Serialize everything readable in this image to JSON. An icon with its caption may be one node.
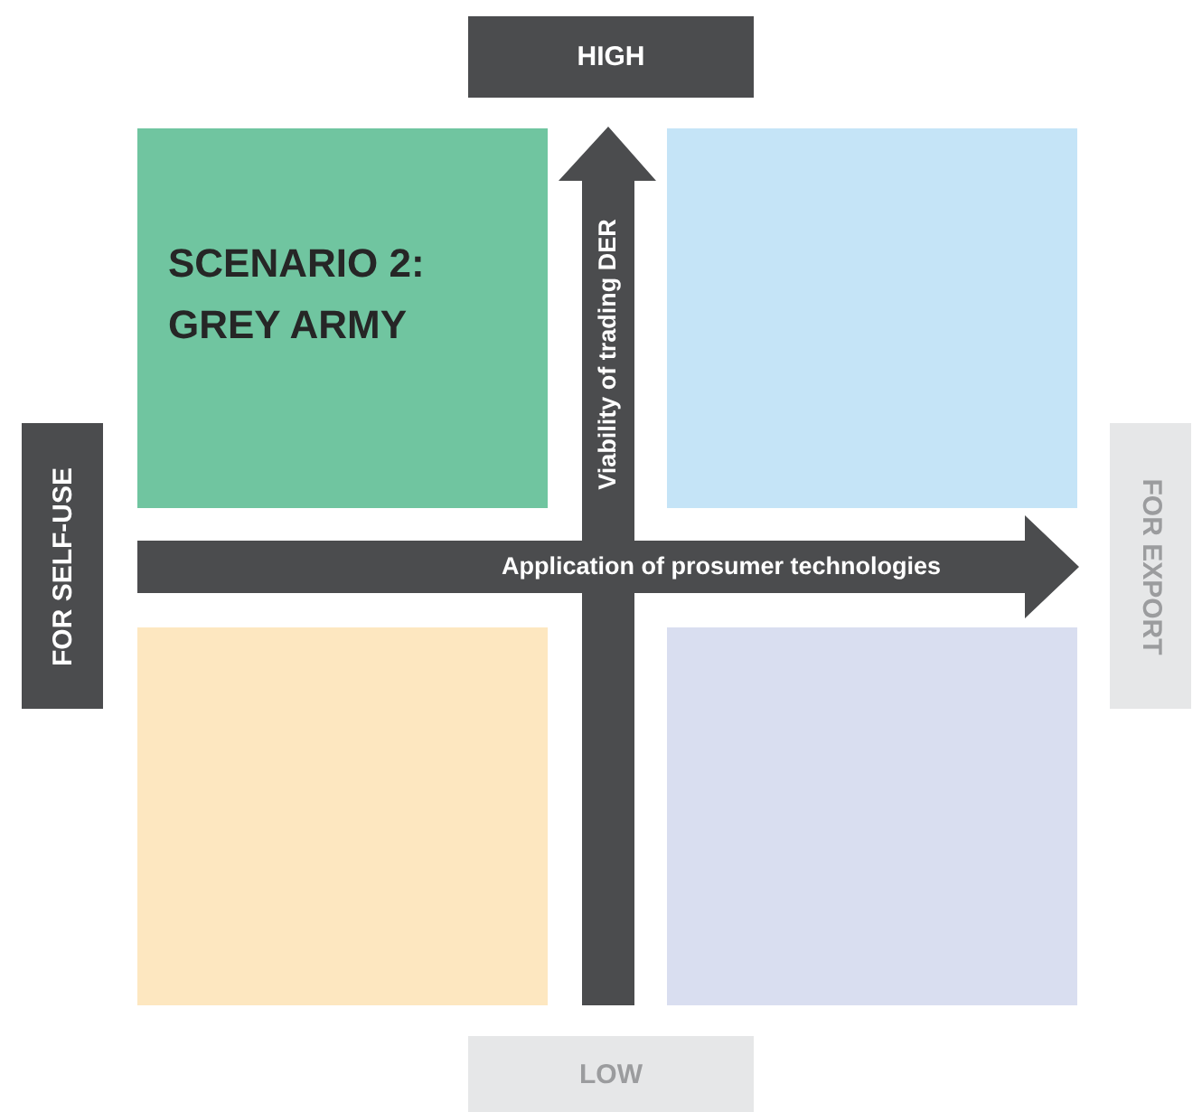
{
  "diagram": {
    "nodes": [
      {
        "text": [
          "HIGH"
        ]
      },
      {
        "text": [
          "FOR SELF-USE"
        ]
      },
      {
        "text": [
          "FOR EXPORT"
        ]
      },
      {
        "text": [
          "LOW"
        ]
      },
      {
        "text": [
          "SCENARIO 2: GREY ARMY"
        ]
      },
      {
        "text": [],
        "shape": "box"
      },
      {
        "text": [],
        "shape": "box"
      },
      {
        "text": [],
        "shape": "box"
      }
    ],
    "labels": [
      "Viability of trading DER",
      "Application of prosumer technologies"
    ]
  }
}
